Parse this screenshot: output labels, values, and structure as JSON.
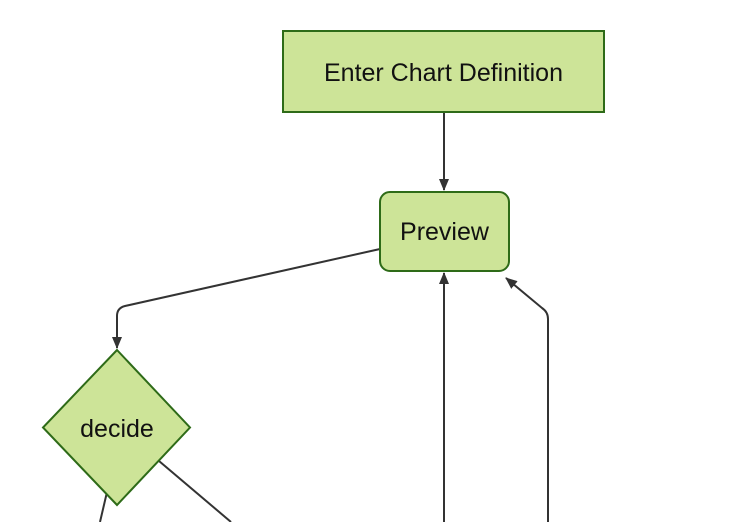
{
  "diagram": {
    "type": "flowchart",
    "direction": "top-down",
    "nodes": [
      {
        "id": "A",
        "label": "Enter Chart Definition",
        "shape": "rectangle"
      },
      {
        "id": "B",
        "label": "Preview",
        "shape": "rounded-rectangle"
      },
      {
        "id": "C",
        "label": "decide",
        "shape": "diamond"
      }
    ],
    "edges": [
      {
        "from": "enter-chart-definition",
        "to": "preview",
        "arrowhead": true
      },
      {
        "from": "preview",
        "to": "decide",
        "arrowhead": true
      },
      {
        "from": "offscreen-bottom",
        "to": "preview",
        "arrowhead": true
      },
      {
        "from": "offscreen-bottom-right",
        "to": "preview",
        "arrowhead": true
      },
      {
        "from": "decide",
        "to": "offscreen-bottom-left",
        "arrowhead": false
      },
      {
        "from": "decide",
        "to": "offscreen-bottom-right",
        "arrowhead": false
      }
    ],
    "colors": {
      "node_fill": "#cde498",
      "node_border": "#2e6b18",
      "edge_stroke": "#333333",
      "arrowhead_fill": "#333333",
      "label_text": "#111111",
      "background": "#ffffff"
    }
  }
}
